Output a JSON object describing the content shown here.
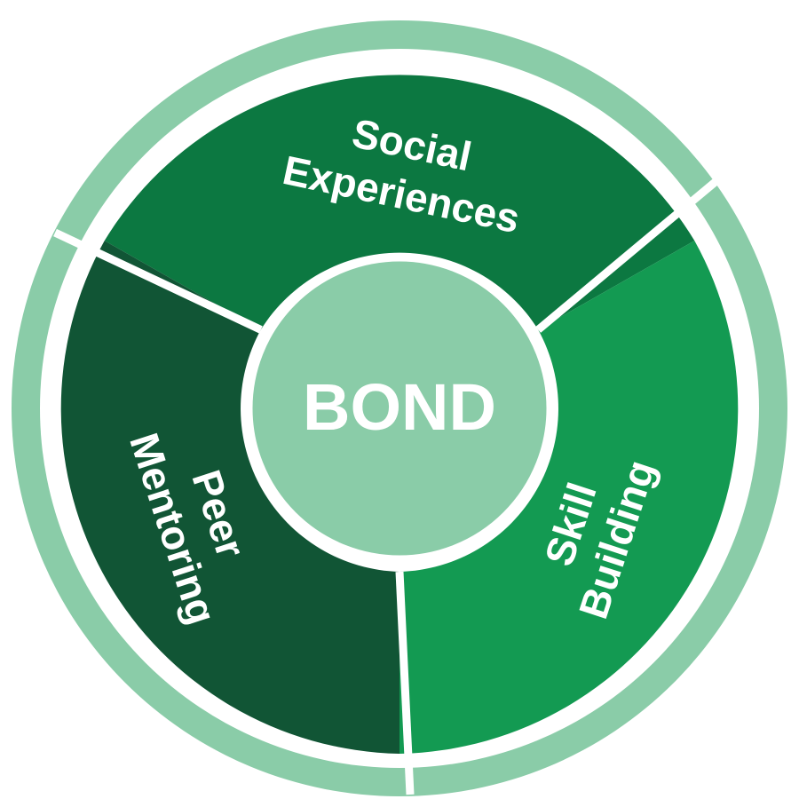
{
  "center": {
    "label": "BOND"
  },
  "segments": [
    {
      "id": "social",
      "line1": "Social",
      "line2": "Experiences",
      "color": "#0c7841"
    },
    {
      "id": "skill",
      "line1": "Skill",
      "line2": "Building",
      "color": "#139a52"
    },
    {
      "id": "peer",
      "line1": "Peer",
      "line2": "Mentoring",
      "color": "#115535"
    }
  ],
  "colors": {
    "outer_ring": "#8acca8",
    "center_fill": "#8acca8",
    "separator": "#ffffff"
  }
}
